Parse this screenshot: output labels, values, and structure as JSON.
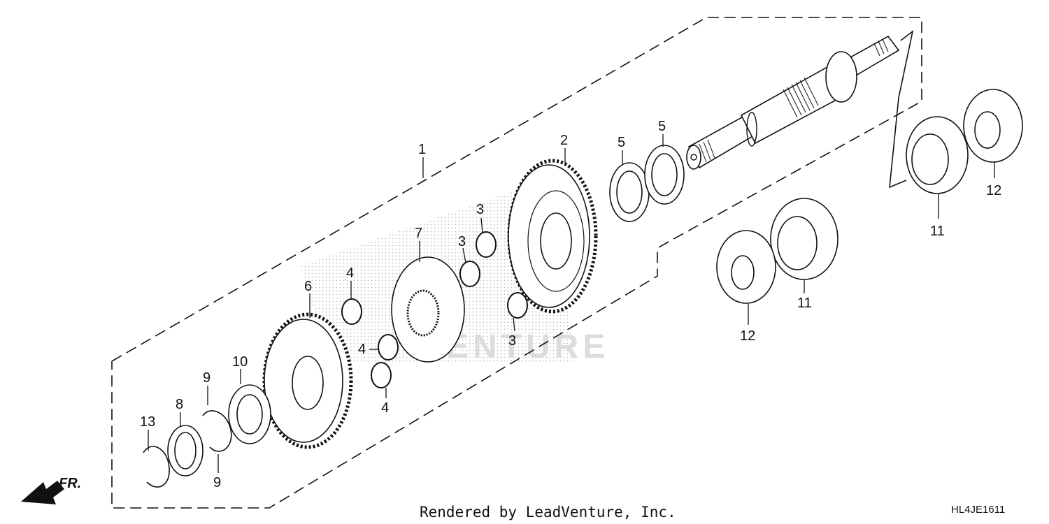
{
  "callouts": {
    "c1": "1",
    "c2": "2",
    "c3a": "3",
    "c3b": "3",
    "c3c": "3",
    "c4a": "4",
    "c4b": "4",
    "c4c": "4",
    "c5a": "5",
    "c5b": "5",
    "c6": "6",
    "c7": "7",
    "c8": "8",
    "c9a": "9",
    "c9b": "9",
    "c10": "10",
    "c11a": "11",
    "c11b": "11",
    "c12a": "12",
    "c12b": "12",
    "c13": "13"
  },
  "footer": {
    "rendered_by": "Rendered by LeadVenture, Inc.",
    "diagram_code": "HL4JE1611"
  },
  "watermark": "VENTURE",
  "front_indicator": "FR."
}
